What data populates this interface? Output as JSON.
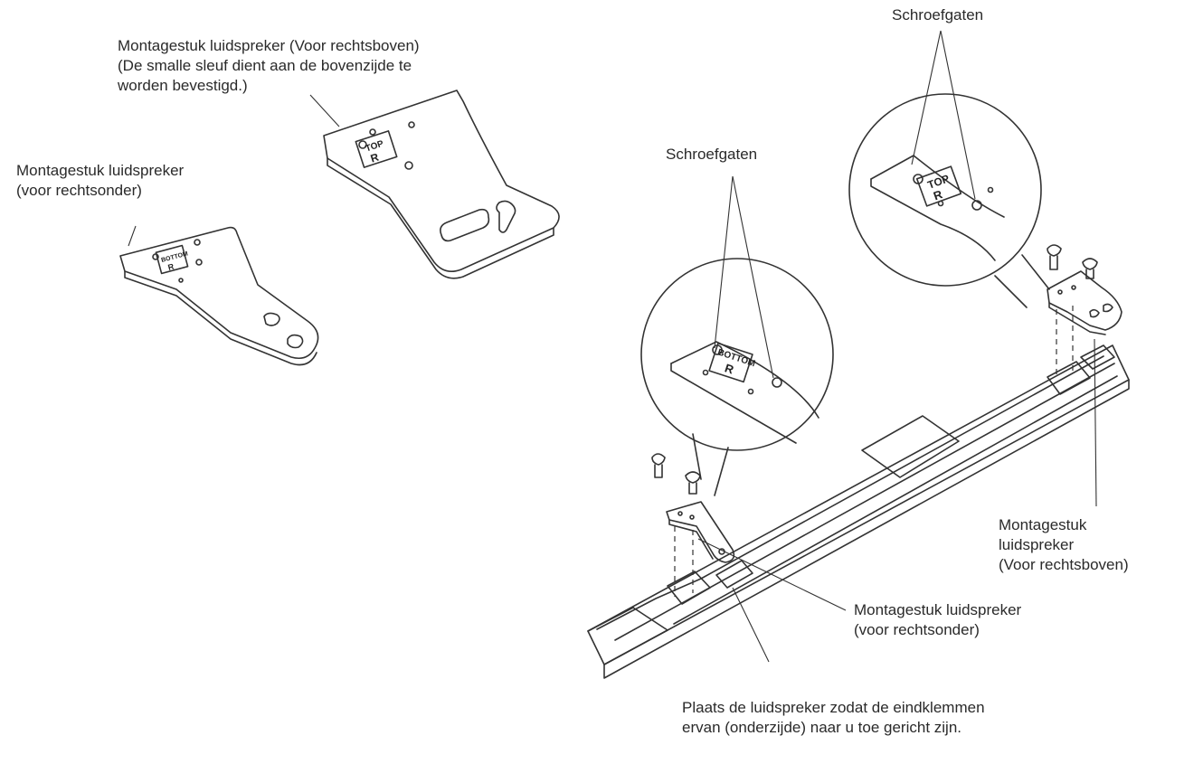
{
  "labels": {
    "top_bracket_line1": "Montagestuk luidspreker (Voor rechtsboven)",
    "top_bracket_line2": "(De smalle sleuf dient aan de bovenzijde te",
    "top_bracket_line3": "worden bevestigd.)",
    "bottom_bracket_line1": "Montagestuk luidspreker",
    "bottom_bracket_line2": "(voor rechtsonder)",
    "screw_holes_right": "Schroefgaten",
    "screw_holes_left": "Schroefgaten",
    "right_mount_line1": "Montagestuk",
    "right_mount_line2": "luidspreker",
    "right_mount_line3": "(Voor rechtsboven)",
    "left_mount_line1": "Montagestuk luidspreker",
    "left_mount_line2": "(voor rechtsonder)",
    "placement_line1": "Plaats de luidspreker zodat de eindklemmen",
    "placement_line2": "ervan (onderzijde) naar u toe gericht zijn."
  },
  "bracket_marks": {
    "top": "TOP",
    "bottom": "BOTTOM",
    "side": "R"
  },
  "colors": {
    "line": "#333333",
    "text": "#2a2a2a"
  }
}
